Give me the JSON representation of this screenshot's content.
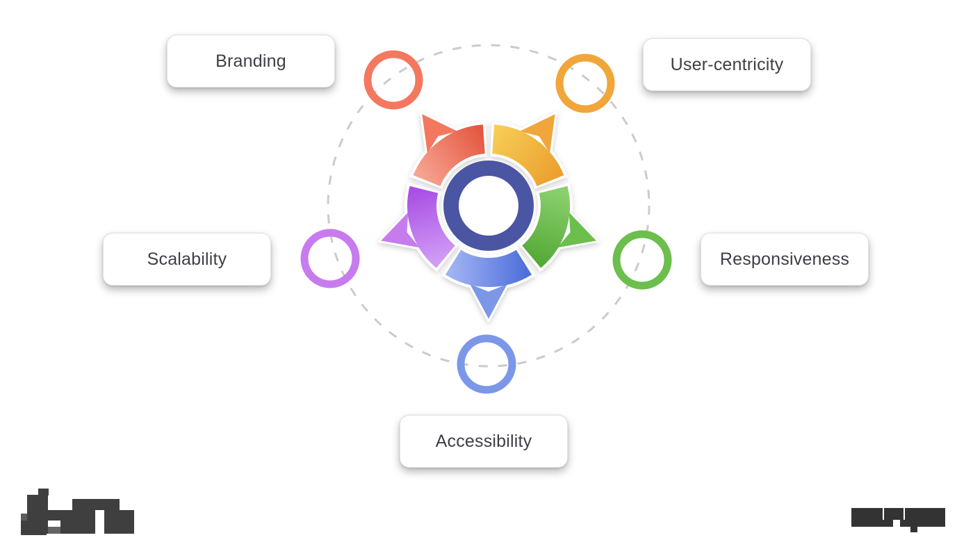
{
  "page": {
    "background": "#FFFFFF"
  },
  "diagram": {
    "type": "cycle",
    "center_icon": "hub-ring",
    "nodes": [
      {
        "id": "branding",
        "label": "Branding",
        "color": "#F4785F",
        "position": "top-left"
      },
      {
        "id": "user-centricity",
        "label": "User-centricity",
        "color": "#F0A63A",
        "position": "top-right"
      },
      {
        "id": "responsiveness",
        "label": "Responsiveness",
        "color": "#6CBE4D",
        "position": "right"
      },
      {
        "id": "accessibility",
        "label": "Accessibility",
        "color": "#7C97E8",
        "position": "bottom"
      },
      {
        "id": "scalability",
        "label": "Scalability",
        "color": "#C77BEE",
        "position": "left"
      }
    ],
    "colors": {
      "red": "#F4785F",
      "red_dark": "#E4563E",
      "red_light": "#F6A492",
      "orange": "#F0A63A",
      "orange_light": "#F7CD56",
      "orange_dark": "#ECA02F",
      "green": "#6CBE4D",
      "green_light": "#8CD06E",
      "green_dark": "#54AA37",
      "blue": "#7C97E8",
      "blue_dark": "#4F70DC",
      "blue_light": "#9FB2F2",
      "purple": "#C77BEE",
      "purple_dark": "#A94FE4",
      "purple_light": "#D09CF5",
      "hub": "#4A55A3",
      "dashed_circle": "#CBCBCB",
      "label_text": "#3E3E46",
      "logo_pixel": "#3F3F3F",
      "watermark_pixel": "#333333"
    }
  },
  "footer": {
    "left_logo_icon": "pixelated-logo",
    "right_watermark_icon": "pixelated-watermark"
  }
}
